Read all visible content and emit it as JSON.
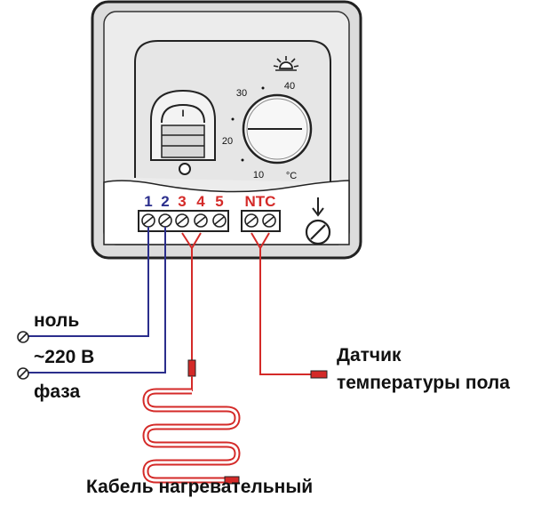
{
  "terminals": {
    "t1": "1",
    "t2": "2",
    "t3": "3",
    "t4": "4",
    "t5": "5",
    "ntc": "NTC"
  },
  "dial": {
    "scale_10": "10",
    "scale_20": "20",
    "scale_30": "30",
    "scale_40": "40",
    "unit": "°C"
  },
  "switch_label": "I",
  "labels": {
    "neutral": "ноль",
    "voltage": "~220 В",
    "phase": "фаза",
    "sensor_line1": "Датчик",
    "sensor_line2": "температуры пола",
    "heating_cable": "Кабель нагревательный"
  },
  "colors": {
    "line_wire": "#2b2e8c",
    "heater_wire": "#d42a28",
    "terminal_blue": "#2b2e8c",
    "terminal_red": "#d42a28",
    "housing": "#e3e3e3"
  },
  "icons": {
    "sun": "sun-icon",
    "arrow": "arrow-down-icon",
    "screw": "screw-icon"
  }
}
